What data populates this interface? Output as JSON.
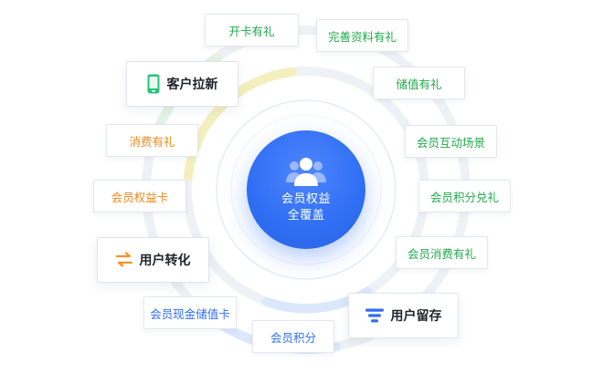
{
  "center": {
    "line1": "会员权益",
    "line2": "全覆盖",
    "icon": "user-group-icon"
  },
  "cards": [
    {
      "key": "customer",
      "label": "客户拉新",
      "icon": "phone-icon",
      "color": "#27c279"
    },
    {
      "key": "convert",
      "label": "用户转化",
      "icon": "swap-arrows-icon",
      "color": "#f5922a"
    },
    {
      "key": "retain",
      "label": "用户留存",
      "icon": "layers-icon",
      "color": "#2f6ef3"
    }
  ],
  "tags": {
    "kaika": "开卡有礼",
    "wanshan": "完善资料有礼",
    "chuzhi": "储值有礼",
    "hudong": "会员互动场景",
    "jifen_duihuan": "会员积分兑礼",
    "xiaofei_member": "会员消费有礼",
    "jifen": "会员积分",
    "xianjin": "会员现金储值卡",
    "quanyika": "会员权益卡",
    "xiaofei": "消费有礼"
  },
  "colors": {
    "green": "#1faa4a",
    "orange": "#f08a1c",
    "blue": "#2f6ef3"
  }
}
